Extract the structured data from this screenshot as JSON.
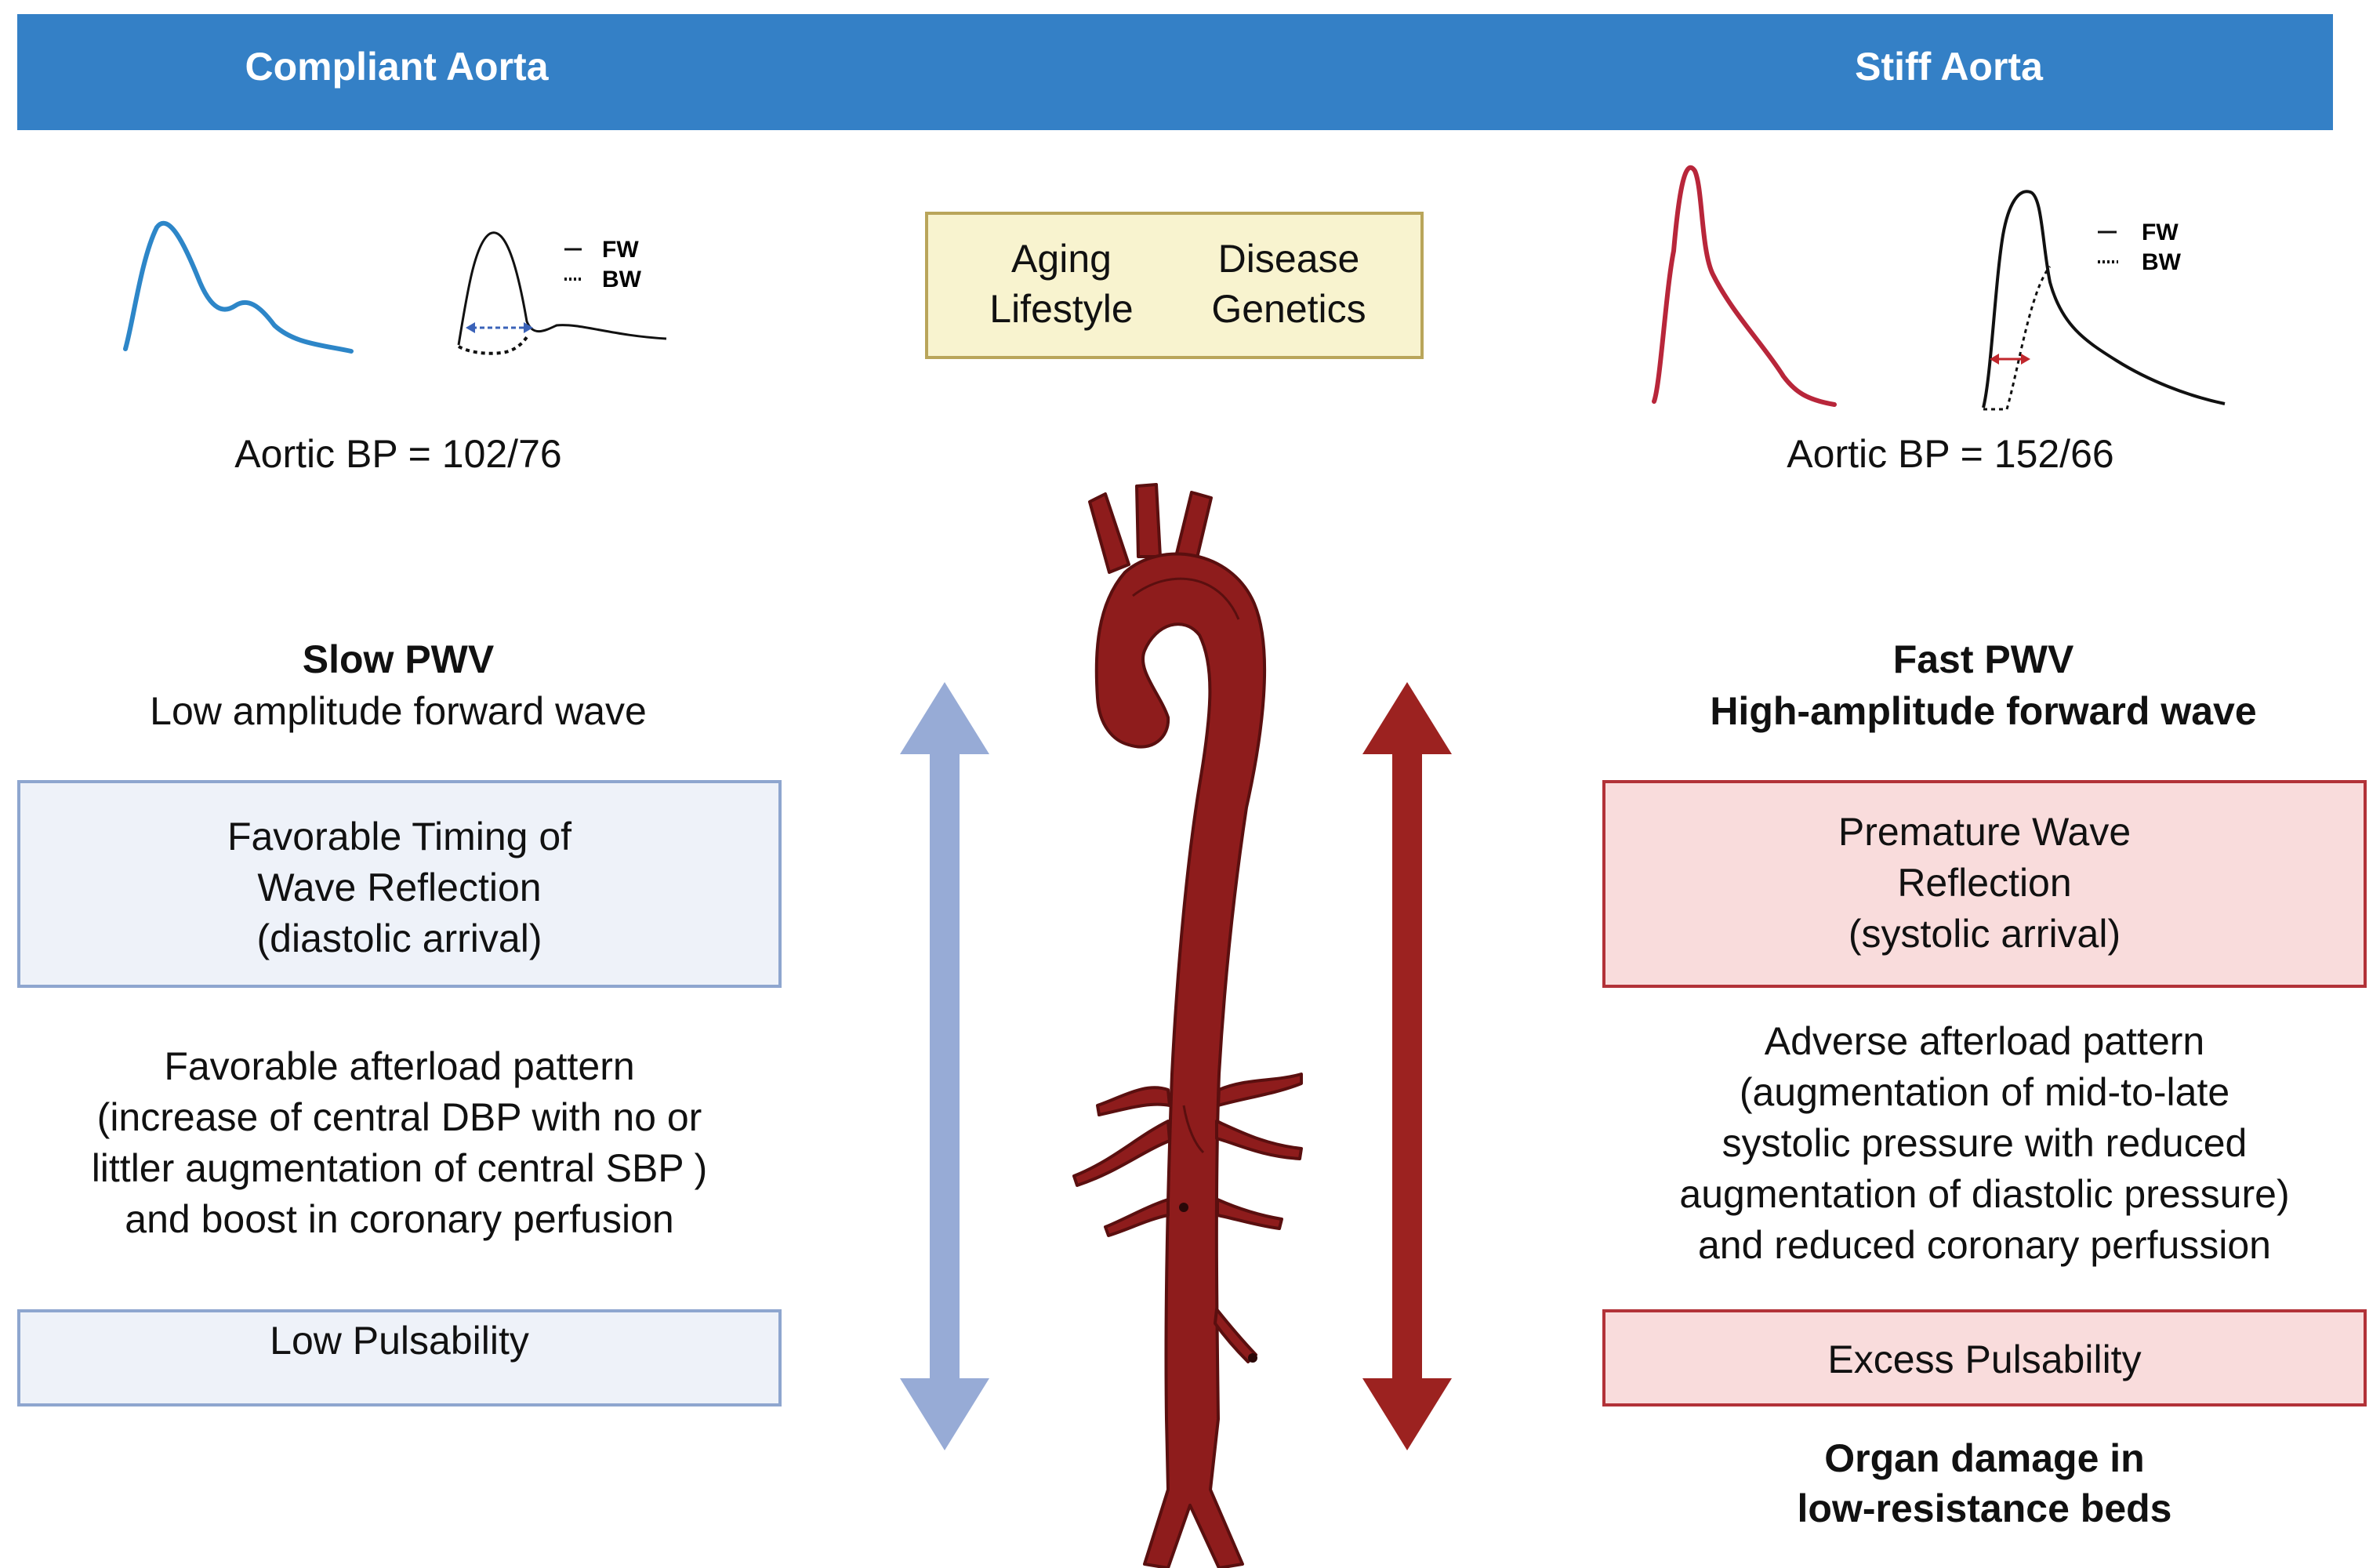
{
  "header": {
    "left_title": "Compliant Aorta",
    "right_title": "Stiff Aorta"
  },
  "legend": {
    "fw": "FW",
    "bw": "BW"
  },
  "factors": {
    "aging": "Aging",
    "lifestyle": "Lifestyle",
    "disease": "Disease",
    "genetics": "Genetics"
  },
  "left": {
    "bp": "Aortic BP = 102/76",
    "pwv_title": "Slow PWV",
    "pwv_sub": "Low amplitude forward wave",
    "box1": [
      "Favorable Timing of",
      "Wave Reflection",
      "(diastolic arrival)"
    ],
    "afterload": [
      "Favorable afterload pattern",
      "(increase of central DBP with no or",
      "littler augmentation of central SBP )",
      "and boost in coronary perfusion"
    ],
    "box2": "Low Pulsability"
  },
  "right": {
    "bp": "Aortic BP = 152/66",
    "pwv_title": "Fast PWV",
    "pwv_sub": "High-amplitude forward wave",
    "box1": [
      "Premature Wave",
      "Reflection",
      "(systolic arrival)"
    ],
    "afterload": [
      "Adverse afterload pattern",
      "(augmentation of mid-to-late",
      "systolic pressure with reduced",
      "augmentation of diastolic pressure)",
      "and reduced coronary perfussion"
    ],
    "box2": "Excess Pulsability",
    "outcome": [
      "Organ damage in",
      "low-resistance beds"
    ]
  },
  "colors": {
    "header": "#3480c6",
    "compliant_wave": "#2d86c8",
    "stiff_wave": "#b8263a",
    "aorta": "#8e1c1c",
    "blue_arrow": "#97abd6",
    "red_arrow": "#9c2220"
  }
}
